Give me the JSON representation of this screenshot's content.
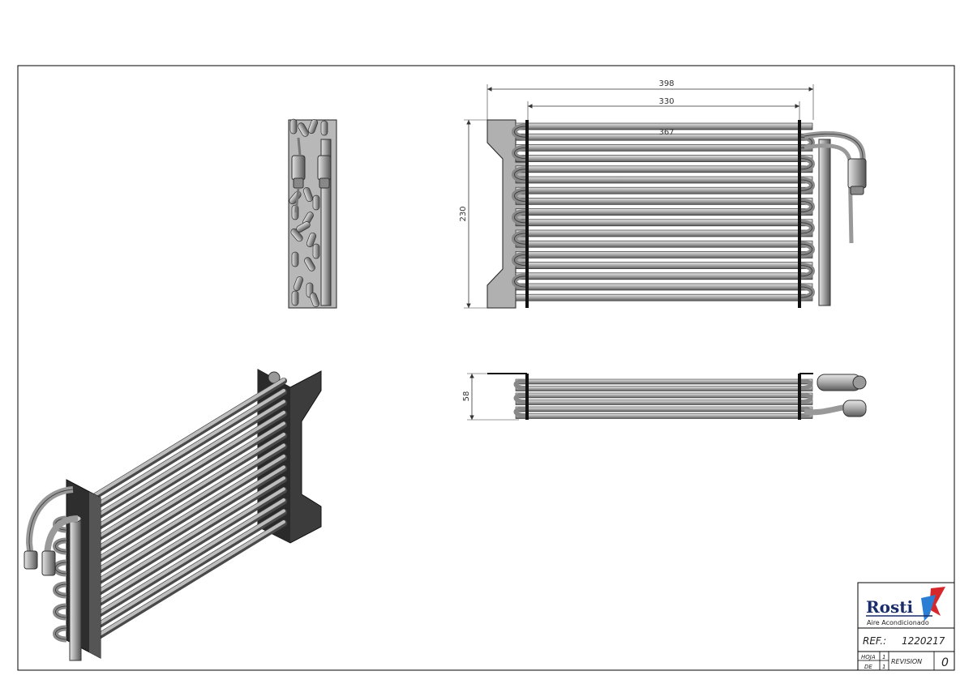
{
  "dimensions": {
    "overall_width": "398",
    "core_width": "330",
    "inner_width": "367",
    "height": "230",
    "depth": "58"
  },
  "title_block": {
    "logo": {
      "word": "Rosti",
      "tagline": "Aire Acondicionado",
      "colors": {
        "text": "#1a2d6b",
        "accent_red": "#d6282c",
        "accent_blue": "#2a7fd4"
      }
    },
    "ref_label": "REF.:",
    "ref_value": "1220217",
    "hoja_label": "HOJA",
    "hoja_value": "1",
    "de_label": "DE",
    "de_value": "1",
    "revision_label": "REVISION",
    "revision_value": "0"
  },
  "views": {
    "front": "front-view",
    "side": "side-view",
    "top": "top-view",
    "isometric": "isometric-view"
  }
}
